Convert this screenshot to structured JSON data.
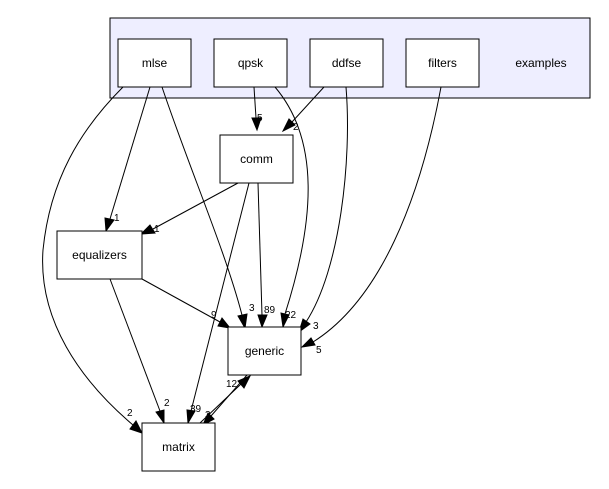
{
  "graph": {
    "cluster_label": "examples",
    "cluster_fill": "#eeeeff",
    "nodes": {
      "mlse": "mlse",
      "qpsk": "qpsk",
      "ddfse": "ddfse",
      "filters": "filters",
      "comm": "comm",
      "equalizers": "equalizers",
      "generic": "generic",
      "matrix": "matrix"
    },
    "edges": [
      {
        "from": "qpsk",
        "to": "comm",
        "label": "5"
      },
      {
        "from": "ddfse",
        "to": "comm",
        "label": "2"
      },
      {
        "from": "mlse",
        "to": "equalizers",
        "label": "1"
      },
      {
        "from": "comm",
        "to": "equalizers",
        "label": "1"
      },
      {
        "from": "mlse",
        "to": "generic",
        "label": "3"
      },
      {
        "from": "comm",
        "to": "generic",
        "label": "89"
      },
      {
        "from": "qpsk",
        "to": "generic",
        "label": "22"
      },
      {
        "from": "ddfse",
        "to": "generic",
        "label": "3"
      },
      {
        "from": "filters",
        "to": "generic",
        "label": "5"
      },
      {
        "from": "equalizers",
        "to": "generic",
        "label": "9"
      },
      {
        "from": "matrix",
        "to": "generic",
        "label": "12"
      },
      {
        "from": "mlse",
        "to": "matrix",
        "label": "2"
      },
      {
        "from": "equalizers",
        "to": "matrix",
        "label": "2"
      },
      {
        "from": "comm",
        "to": "matrix",
        "label": "39"
      },
      {
        "from": "generic",
        "to": "matrix",
        "label": "3"
      }
    ]
  }
}
